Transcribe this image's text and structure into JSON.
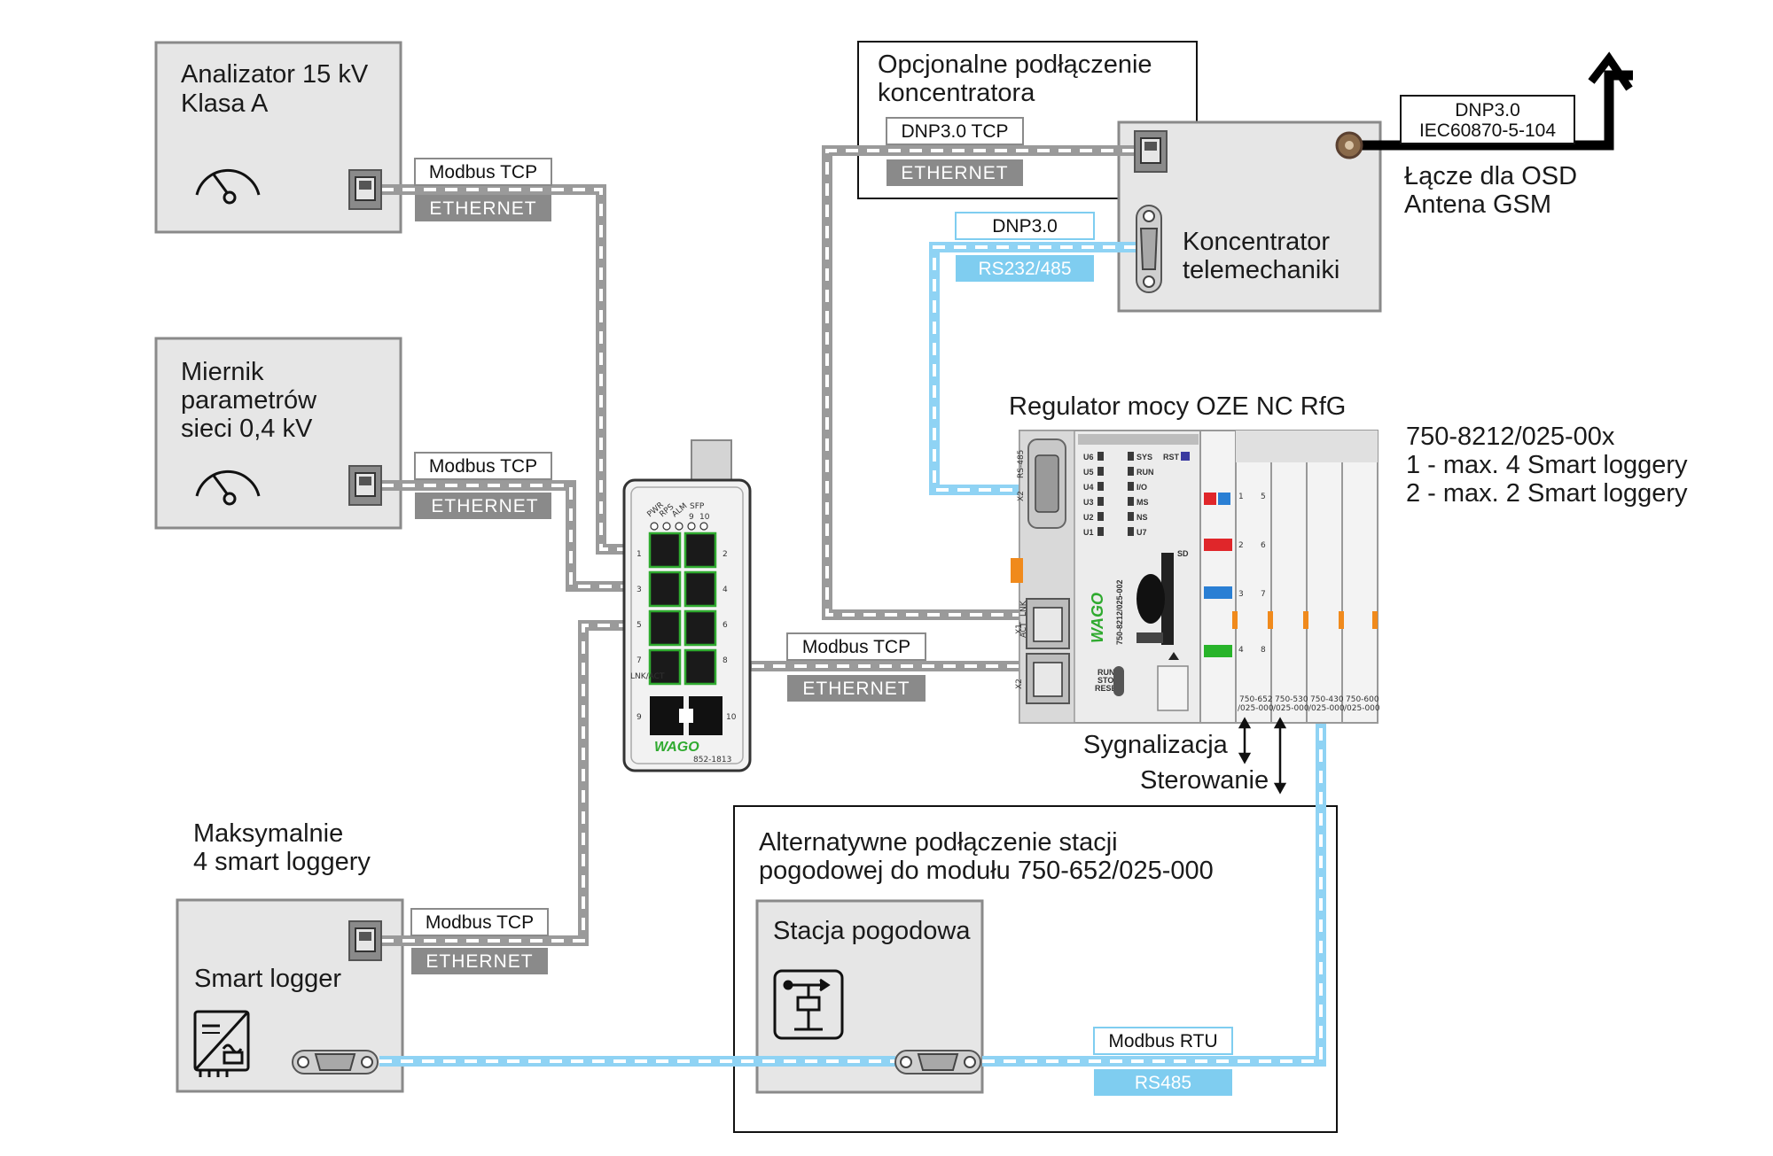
{
  "devices": {
    "analyzer": [
      "Analizator 15 kV",
      "Klasa A"
    ],
    "meter": [
      "Miernik",
      "parametrów",
      "sieci 0,4 kV"
    ],
    "smart_logger": "Smart logger",
    "concentrator": [
      "Koncentrator",
      "telemechaniki"
    ],
    "weather_station": "Stacja pogodowa",
    "switch_model": "852-1813",
    "switch_ports": [
      "PWR",
      "RPS",
      "ALM",
      "SFP",
      "9",
      "10",
      "1",
      "2",
      "3",
      "4",
      "5",
      "6",
      "7",
      "8",
      "9",
      "10",
      "LNK/ACT"
    ],
    "controller_model": "750-8212/025-002",
    "wago_logo": "WAGO",
    "controller_leds_left": [
      "U6",
      "U5",
      "U4",
      "U3",
      "U2",
      "U1"
    ],
    "controller_leds_right": [
      "SYS",
      "RUN",
      "I/O",
      "MS",
      "NS",
      "U7"
    ],
    "controller_misc": [
      "RST",
      "SD",
      "RUN",
      "STOP",
      "RESET",
      "X2",
      "RS-485",
      "X1",
      "X2",
      "LNK",
      "ACT"
    ],
    "module_labels": [
      [
        "750-652",
        "/025-000"
      ],
      [
        "750-530",
        "/025-000"
      ],
      [
        "750-430",
        "/025-000"
      ],
      [
        "750-600",
        "/025-000"
      ]
    ],
    "module_channels": [
      "1",
      "5",
      "2",
      "6",
      "3",
      "7",
      "4",
      "8"
    ]
  },
  "notes": {
    "optional": [
      "Opcjonalne podłączenie",
      "koncentratora"
    ],
    "osd": [
      "Łącze dla OSD",
      "Antena GSM"
    ],
    "regulator": "Regulator mocy OZE NC RfG",
    "regulator_model": [
      "750-8212/025-00x",
      "1 - max. 4 Smart loggery",
      "2 - max. 2 Smart loggery"
    ],
    "signaling": "Sygnalizacja",
    "control": "Sterowanie",
    "max_loggers": [
      "Maksymalnie",
      "4 smart loggery"
    ],
    "alternative": [
      "Alternatywne podłączenie stacji",
      "pogodowej do modułu 750-652/025-000"
    ]
  },
  "connections": {
    "analyzer": {
      "protocol": "Modbus TCP",
      "medium": "ETHERNET"
    },
    "meter": {
      "protocol": "Modbus TCP",
      "medium": "ETHERNET"
    },
    "logger": {
      "protocol": "Modbus TCP",
      "medium": "ETHERNET"
    },
    "controller": {
      "protocol": "Modbus TCP",
      "medium": "ETHERNET"
    },
    "concentrator_eth": {
      "protocol": "DNP3.0 TCP",
      "medium": "ETHERNET"
    },
    "concentrator_serial": {
      "protocol": "DNP3.0",
      "medium": "RS232/485"
    },
    "osd": {
      "protocol": [
        "DNP3.0",
        "IEC60870-5-104"
      ]
    },
    "rtu": {
      "protocol": "Modbus RTU",
      "medium": "RS485"
    }
  },
  "colors": {
    "ethernet": "#9a9a9a",
    "serial": "#8fd3f4",
    "box": "#e6e6e6",
    "label_gray": "#8a8a8a",
    "label_blue": "#7fcdf0"
  }
}
